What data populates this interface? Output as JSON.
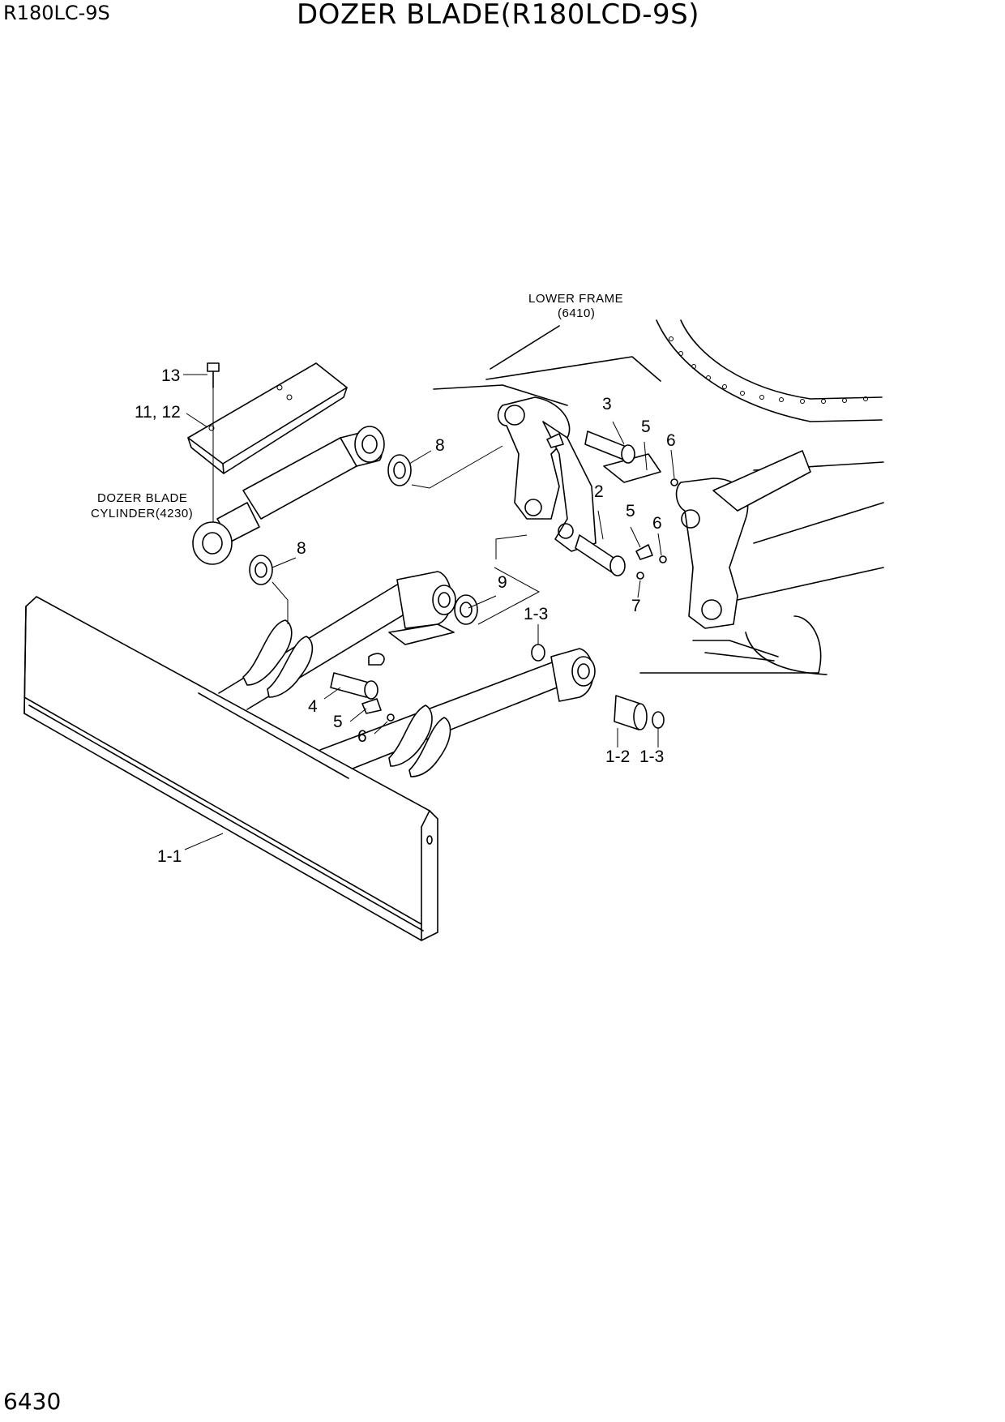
{
  "header": {
    "model": "R180LC-9S",
    "title": "DOZER BLADE(R180LCD-9S)",
    "page_number": "6430"
  },
  "notes": {
    "lower_frame_line1": "LOWER FRAME",
    "lower_frame_line2": "(6410)",
    "cylinder_line1": "DOZER BLADE",
    "cylinder_line2": "CYLINDER(4230)"
  },
  "callouts": {
    "c13": "13",
    "c11_12": "11, 12",
    "c8_upper": "8",
    "c8_lower": "8",
    "c3": "3",
    "c5_top": "5",
    "c6_top": "6",
    "c2": "2",
    "c5_mid": "5",
    "c6_mid": "6",
    "c7": "7",
    "c9": "9",
    "c1_3_top": "1-3",
    "c4": "4",
    "c5_low": "5",
    "c6_low": "6",
    "c1_2": "1-2",
    "c1_3_low": "1-3",
    "c1_1": "1-1"
  }
}
